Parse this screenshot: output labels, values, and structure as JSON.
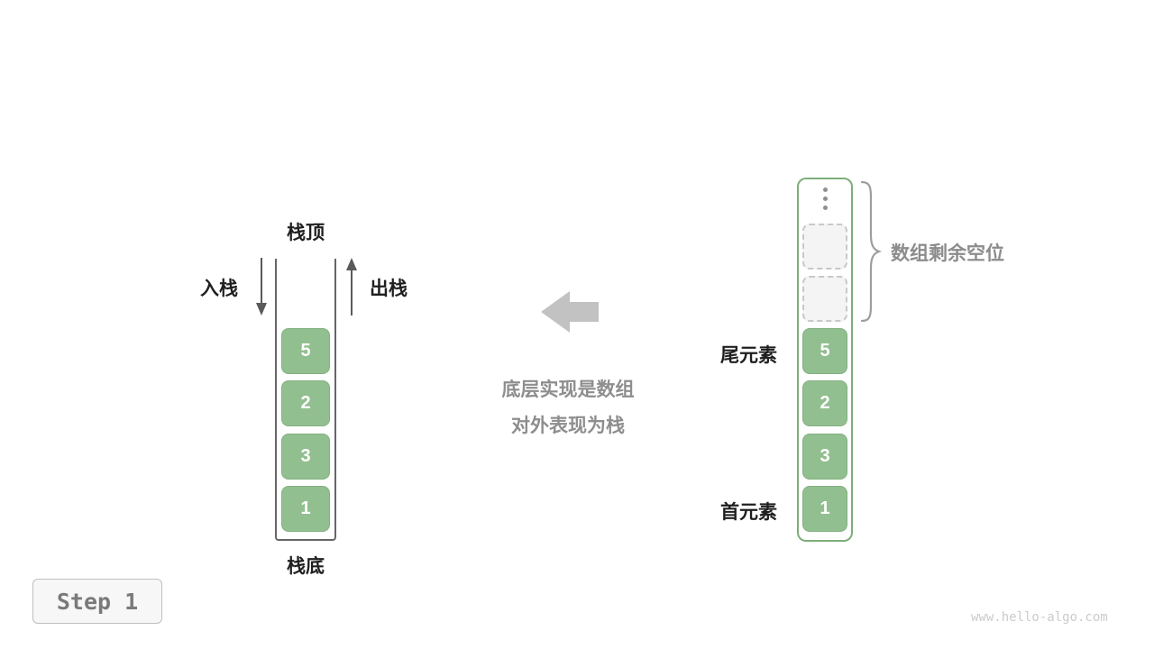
{
  "stack": {
    "top_label": "栈顶",
    "bottom_label": "栈底",
    "push_label": "入栈",
    "pop_label": "出栈",
    "cells": [
      "5",
      "2",
      "3",
      "1"
    ]
  },
  "middle": {
    "caption_line1": "底层实现是数组",
    "caption_line2": "对外表现为栈"
  },
  "array": {
    "tail_label": "尾元素",
    "head_label": "首元素",
    "remaining_label": "数组剩余空位",
    "cells": [
      "5",
      "2",
      "3",
      "1"
    ],
    "empty_slot_count": 2
  },
  "footer": {
    "step_label": "Step 1",
    "watermark": "www.hello-algo.com"
  },
  "colors": {
    "cell_green": "#92bf90",
    "array_border_green": "#7dae7b",
    "gray_text": "#8c8c8c",
    "big_arrow_gray": "#c2c2c2",
    "dark_text": "#1f1f1f"
  }
}
